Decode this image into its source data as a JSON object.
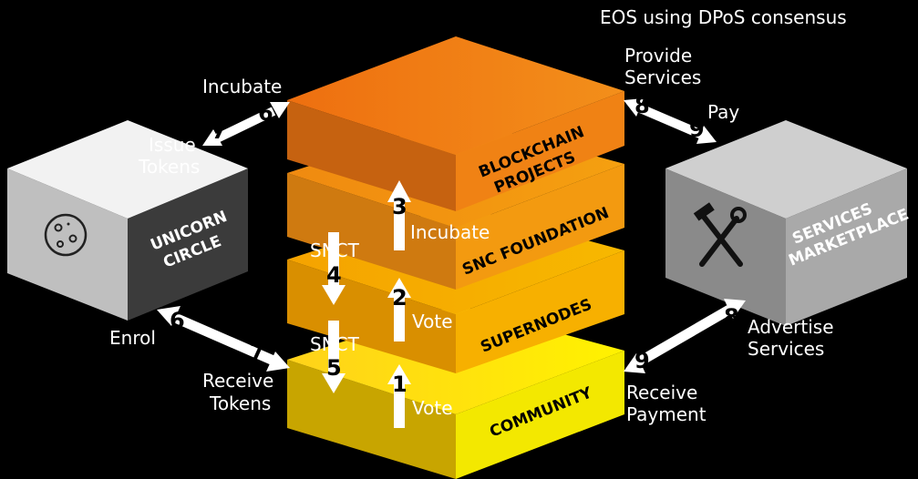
{
  "header": {
    "caption": "EOS using DPoS consensus"
  },
  "stack": {
    "layers": [
      {
        "id": "community",
        "label": "COMMUNITY"
      },
      {
        "id": "supernodes",
        "label": "SUPERNODES"
      },
      {
        "id": "snc-foundation",
        "label": "SNC FOUNDATION"
      },
      {
        "id": "blockchain",
        "label": [
          "BLOCKCHAIN",
          "PROJECTS"
        ]
      }
    ]
  },
  "unicorn": {
    "label": [
      "UNICORN",
      "CIRCLE"
    ]
  },
  "marketplace": {
    "label": [
      "SERVICES",
      "MARKETPLACE"
    ]
  },
  "steps": {
    "s1": {
      "num": "1",
      "label": "Vote"
    },
    "s2": {
      "num": "2",
      "label": "Vote"
    },
    "s3": {
      "num": "3",
      "label": "Incubate"
    },
    "s4": {
      "num": "4",
      "label": "SNCT"
    },
    "s5": {
      "num": "5",
      "label": "SNCT"
    },
    "s6_top": {
      "num": "6",
      "label": "Incubate"
    },
    "s7_top": {
      "num": "7",
      "label": [
        "Issue",
        "Tokens"
      ]
    },
    "s6_bot": {
      "num": "6",
      "label": "Enrol"
    },
    "s7_bot": {
      "num": "7",
      "label": [
        "Receive",
        "Tokens"
      ]
    },
    "s8_top": {
      "num": "8",
      "label": [
        "Provide",
        "Services"
      ]
    },
    "s9_top": {
      "num": "9",
      "label": "Pay"
    },
    "s8_bot": {
      "num": "8",
      "label": [
        "Advertise",
        "Services"
      ]
    },
    "s9_bot": {
      "num": "9",
      "label": [
        "Receive",
        "Payment"
      ]
    }
  },
  "colors": {
    "community": "#f2e600",
    "supernodes": "#f7b500",
    "snc_foundation": "#f59a10",
    "blockchain": "#f07f14",
    "unicorn_top": "#ffffff",
    "unicorn_dark": "#3a3a3a",
    "market_top": "#bdbdbd",
    "market_dark": "#7a7a7a"
  },
  "icons": {
    "unicorn": "cookie-circle-icon",
    "marketplace": "hammer-wrench-icon"
  }
}
